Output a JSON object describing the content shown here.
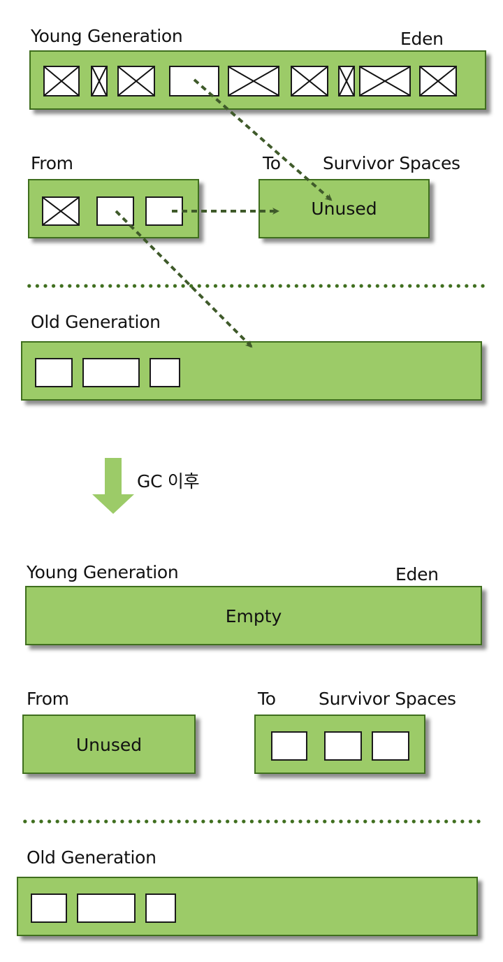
{
  "before": {
    "young_label": "Young Generation",
    "eden_label": "Eden",
    "from_label": "From",
    "to_label": "To",
    "survivor_label": "Survivor Spaces",
    "to_space_text": "Unused",
    "old_label": "Old Generation"
  },
  "transition": {
    "label": "GC 이후"
  },
  "after": {
    "young_label": "Young Generation",
    "eden_label": "Eden",
    "eden_text": "Empty",
    "from_label": "From",
    "from_space_text": "Unused",
    "to_label": "To",
    "survivor_label": "Survivor Spaces",
    "old_label": "Old Generation"
  },
  "colors": {
    "space_fill": "#9ccb68",
    "space_border": "#3f6e1e",
    "arrow": "#3f5a2a",
    "gc_arrow": "#9ccb68"
  }
}
